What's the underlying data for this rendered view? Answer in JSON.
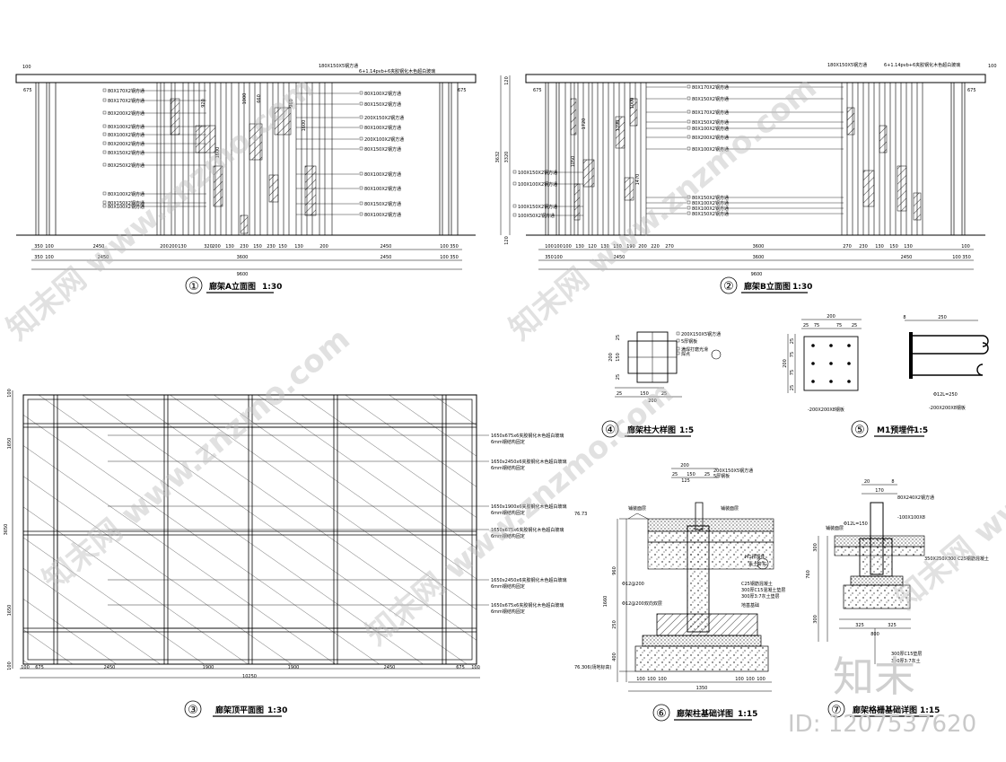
{
  "views": [
    {
      "num": "①",
      "title": "廊架A立面图",
      "scale": "1:30"
    },
    {
      "num": "②",
      "title": "廊架B立面图",
      "scale": "1:30"
    },
    {
      "num": "③",
      "title": "廊架顶平面图",
      "scale": "1:30"
    },
    {
      "num": "④",
      "title": "廊架柱大样图",
      "scale": "1:5"
    },
    {
      "num": "⑤",
      "title": "M1预埋件",
      "scale": "1:5"
    },
    {
      "num": "⑥",
      "title": "廊架柱基础详图",
      "scale": "1:15"
    },
    {
      "num": "⑦",
      "title": "廊架格栅基础详图",
      "scale": "1:15"
    }
  ],
  "elevA": {
    "dims_top": [
      "675",
      "675",
      "100"
    ],
    "dims_row1": [
      "350",
      "100",
      "2450",
      "200",
      "200",
      "130",
      "320",
      "200",
      "130",
      "230",
      "150",
      "230",
      "150",
      "130",
      "200",
      "2450",
      "100",
      "350"
    ],
    "dims_row2": [
      "350",
      "100",
      "2450",
      "3600",
      "2450",
      "100",
      "350"
    ],
    "dims_total": "9600",
    "labels_left": [
      "80X170X2钢方通",
      "80X170X2钢方通",
      "80X200X2钢方通",
      "80X100X2钢方通",
      "80X100X2钢方通",
      "80X200X2钢方通",
      "80X150X2钢方通",
      "80X250X2钢方通",
      "80X100X2钢方通",
      "80X150X2钢方通",
      "80X100X2钢方通"
    ],
    "labels_right": [
      "80X100X2钢方通",
      "80X150X2钢方通",
      "200X150X2钢方通",
      "80X100X2钢方通",
      "200X100X2钢方通",
      "80X150X2钢方通",
      "80X100X2钢方通",
      "80X100X2钢方通",
      "80X150X2钢方通",
      "80X100X2钢方通"
    ],
    "top_note1": "180X150X5钢方通",
    "top_note2": "6+1.14pvb+6夹胶钢化木色超白玻璃",
    "inner_dims": [
      "920",
      "1600",
      "1000",
      "660",
      "960",
      "1600"
    ]
  },
  "elevB": {
    "dims_top": [
      "675",
      "675",
      "100"
    ],
    "dims_row1": [
      "100",
      "100",
      "100",
      "130",
      "120",
      "130",
      "130",
      "190",
      "200",
      "220",
      "270",
      "3600",
      "270",
      "230",
      "130",
      "150",
      "130",
      "100"
    ],
    "dims_row2": [
      "350",
      "100",
      "2450",
      "3600",
      "2450",
      "100",
      "350"
    ],
    "dims_total": "9600",
    "dims_vertical": [
      "3632",
      "3320",
      "120",
      "120"
    ],
    "labels_left": [
      "100X150X2钢方通",
      "100X100X2钢方通",
      "100X150X2钢方通",
      "100X50X2钢方通"
    ],
    "labels_mid": [
      "80X170X2钢方通",
      "80X150X2钢方通",
      "80X170X2钢方通",
      "80X150X2钢方通",
      "80X100X2钢方通",
      "80X200X2钢方通",
      "80X100X2钢方通",
      "80X150X2钢方通",
      "80X100X2钢方通",
      "80X100X2钢方通",
      "80X150X2钢方通"
    ],
    "top_note1": "180X150X5钢方通",
    "top_note2": "6+1.14pvb+6夹胶钢化木色超白玻璃",
    "inner_dims": [
      "1720",
      "1050",
      "1390",
      "1000",
      "1470"
    ]
  },
  "plan": {
    "dims_left": [
      "1650",
      "1650",
      "3650",
      "100",
      "100"
    ],
    "dims_bottom": [
      "100",
      "675",
      "2450",
      "1900",
      "1900",
      "2450",
      "675",
      "100"
    ],
    "dims_total": "10250",
    "labels": [
      "1650x675x6夹胶钢化木色超白玻璃",
      "6mm钢结构固定",
      "1650x2450x6夹胶钢化木色超白玻璃",
      "6mm钢结构固定",
      "1650x1900x6夹胶钢化木色超白玻璃",
      "6mm钢结构固定",
      "1650x675x6夹胶钢化木色超白玻璃",
      "6mm钢结构固定",
      "1650x2450x6夹胶钢化木色超白玻璃",
      "6mm钢结构固定",
      "1650x675x6夹胶钢化木色超白玻璃",
      "6mm钢结构固定"
    ]
  },
  "column": {
    "dims_h": [
      "25",
      "150",
      "25",
      "200"
    ],
    "dims_v": [
      "200",
      "25",
      "150",
      "25"
    ],
    "labels": [
      "200X150X5钢方通",
      "5厚钢板",
      "满焊打磨光滑",
      "焊点"
    ]
  },
  "embed": {
    "dims_h": [
      "200",
      "25",
      "75",
      "75",
      "25"
    ],
    "dims_v": [
      "200",
      "25",
      "75",
      "75",
      "25"
    ],
    "side_dims": [
      "8",
      "250"
    ],
    "labels": [
      "-200X200X8钢板",
      "-200X200X8钢板",
      "Φ12L=250"
    ]
  },
  "colfound": {
    "dims_top": [
      "200",
      "25",
      "150",
      "25",
      "125"
    ],
    "dims_bottom": [
      "100",
      "100",
      "100",
      "1350",
      "100",
      "100",
      "100"
    ],
    "dims_v": [
      "960",
      "1660",
      "250",
      "400"
    ],
    "elevs": [
      "76.73",
      "76.306(场地标高)"
    ],
    "labels": [
      "200X150X5钢方通",
      "5厚钢板",
      "铺装面层",
      "铺装面层",
      "M1预埋件",
      "素土夯实",
      "C25钢筋混凝土",
      "300厚C15混凝土垫层",
      "300厚3:7灰土垫层",
      "Φ12@200",
      "Φ12@200双向双层",
      "地基基础"
    ]
  },
  "gridfound": {
    "dims_top": [
      "20",
      "170",
      "8"
    ],
    "dims_v": [
      "300",
      "760",
      "300"
    ],
    "dims_bottom": [
      "325",
      "325",
      "800"
    ],
    "labels": [
      "80X240X2钢方通",
      "-100X100X8",
      "铺装面层",
      "Φ12L=150",
      "350X250X300 C25钢筋混凝土",
      "300厚C15垫层",
      "300厚3:7灰土"
    ]
  },
  "watermarks": [
    "知末网 www.znzmo.com",
    "知末网 www.znzmo.com",
    "知末网 www.znzmo.com",
    "知末网 www.znzmo.com",
    "知末网 www.znzmo.com"
  ],
  "brand_mark": "知末",
  "id_text": "ID: 1207537620"
}
